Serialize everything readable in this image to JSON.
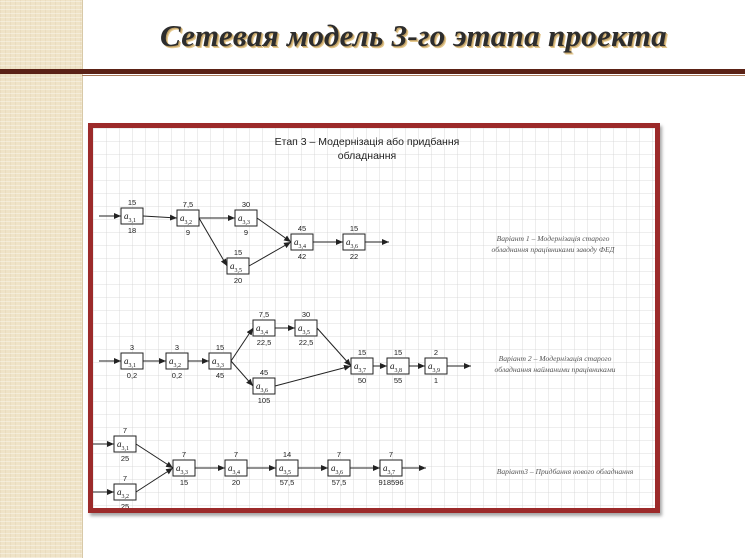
{
  "slide": {
    "title": "Сетевая модель 3-го этапа проекта"
  },
  "diagram": {
    "heading_line1": "Етап 3 – Модернізація або придбання",
    "heading_line2": "обладнання",
    "variants": [
      {
        "label_line1": "Варіант 1 – Модернізація старого",
        "label_line2": "обладнання працівниками заводу ФЕД",
        "nodes": [
          {
            "id": "a3,1",
            "top": "15",
            "bottom": "18"
          },
          {
            "id": "a3,2",
            "top": "7,5",
            "bottom": "9"
          },
          {
            "id": "a3,3",
            "top": "30",
            "bottom": "9"
          },
          {
            "id": "a3,4",
            "top": "45",
            "bottom": "42"
          },
          {
            "id": "a3,5",
            "top": "15",
            "bottom": "20"
          },
          {
            "id": "a3,6",
            "top": "15",
            "bottom": "22"
          }
        ]
      },
      {
        "label_line1": "Варіант 2 – Модернізація старого",
        "label_line2": "обладнання найманими працівниками",
        "nodes": [
          {
            "id": "a3,1",
            "top": "3",
            "bottom": "0,2"
          },
          {
            "id": "a3,2",
            "top": "3",
            "bottom": "0,2"
          },
          {
            "id": "a3,3",
            "top": "15",
            "bottom": "45"
          },
          {
            "id": "a3,4",
            "top": "7,5",
            "bottom": "22,5"
          },
          {
            "id": "a3,5",
            "top": "30",
            "bottom": "22,5"
          },
          {
            "id": "a3,6",
            "top": "45",
            "bottom": "105"
          },
          {
            "id": "a3,7",
            "top": "15",
            "bottom": "50"
          },
          {
            "id": "a3,8",
            "top": "15",
            "bottom": "55"
          },
          {
            "id": "a3,9",
            "top": "2",
            "bottom": "1"
          }
        ]
      },
      {
        "label_line1": "Варіант3 – Придбання нового обладнання",
        "label_line2": "",
        "nodes": [
          {
            "id": "a3,1",
            "top": "7",
            "bottom": "25"
          },
          {
            "id": "a3,2",
            "top": "7",
            "bottom": "25"
          },
          {
            "id": "a3,3",
            "top": "7",
            "bottom": "15"
          },
          {
            "id": "a3,4",
            "top": "7",
            "bottom": "20"
          },
          {
            "id": "a3,5",
            "top": "14",
            "bottom": "57,5"
          },
          {
            "id": "a3,6",
            "top": "7",
            "bottom": "57,5"
          },
          {
            "id": "a3,7",
            "top": "7",
            "bottom": "918596"
          }
        ]
      }
    ]
  }
}
